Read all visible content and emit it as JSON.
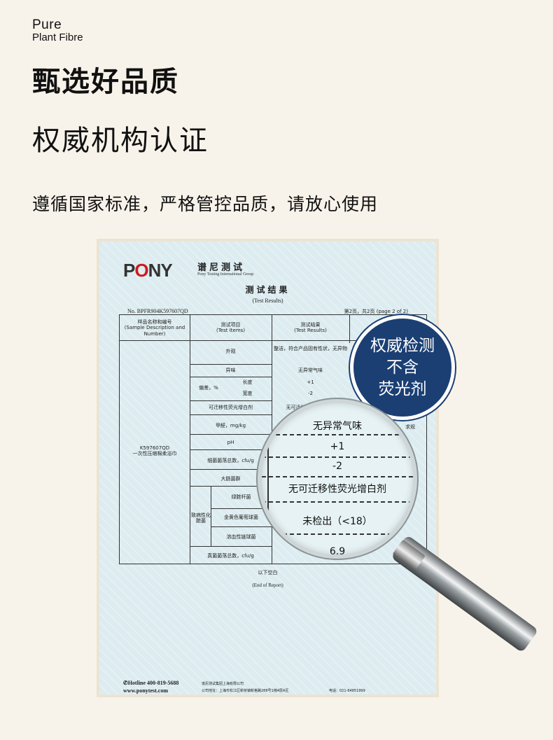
{
  "brand": {
    "line1": "Pure",
    "line2": "Plant Fibre"
  },
  "headline1": "甄选好品质",
  "headline2": "权威机构认证",
  "subtitle": "遵循国家标准，严格管控品质，请放心使用",
  "report": {
    "logo_text": "PONY",
    "logo_cn": "谱尼测试",
    "logo_en": "Pony Testing International Group",
    "title_cn": "测试结果",
    "title_en": "(Test Results)",
    "report_no": "No. BPFR904K597607QD",
    "page": "第2页，共2页 (page 2 of 2)",
    "headers": {
      "sample": "样品名称和编号\n(Sample Description and Number)",
      "items": "测试项目\n(Test Items)",
      "results": "测试结果\n(Test Results)"
    },
    "sample_name": "K597607QD\n一次性压缩棉柔浴巾",
    "rows": [
      {
        "item": "外观",
        "result": "整洁，符合产品固有性状，无异物"
      },
      {
        "item": "异味",
        "result": "无异常气味"
      },
      {
        "item": "长度",
        "result": "+1"
      },
      {
        "item": "宽度",
        "result": "-2"
      },
      {
        "item": "可迁移性荧光增白剂",
        "result": "无可迁移性荧光增白剂"
      },
      {
        "item": "甲醛，mg/kg",
        "result": ""
      },
      {
        "item": "pH",
        "result": ""
      },
      {
        "item": "细菌菌落总数，cfu/g",
        "result": ""
      },
      {
        "item": "大肠菌群",
        "result": ""
      },
      {
        "item": "绿脓杆菌",
        "result": ""
      },
      {
        "item": "金黄色葡萄球菌",
        "result": ""
      },
      {
        "item": "溶血性链球菌",
        "result": ""
      },
      {
        "item": "真菌菌落总数，cfu/g",
        "result": ""
      }
    ],
    "deviation_label": "偏差，%",
    "pathogen_label": "致病性化脓菌",
    "partial_text": "求规",
    "end_cn": "以下空白",
    "end_en": "(End of Report)",
    "hotline": "✆Hotline 400-819-5688",
    "website": "www.ponytest.com",
    "company": "谱尼测试集团上海有限公司",
    "address": "公司地址：上海市松江区新桥镇新格路288号1幢4层A区",
    "phone": "电话：021-64851999"
  },
  "badge": {
    "line1": "权威检测",
    "line2": "不含",
    "line3": "荧光剂"
  },
  "magnifier": {
    "rows": [
      "无异常气味",
      "+1",
      "-2",
      "无可迁移性荧光增白剂",
      "未检出（<18）",
      "6.9"
    ]
  }
}
